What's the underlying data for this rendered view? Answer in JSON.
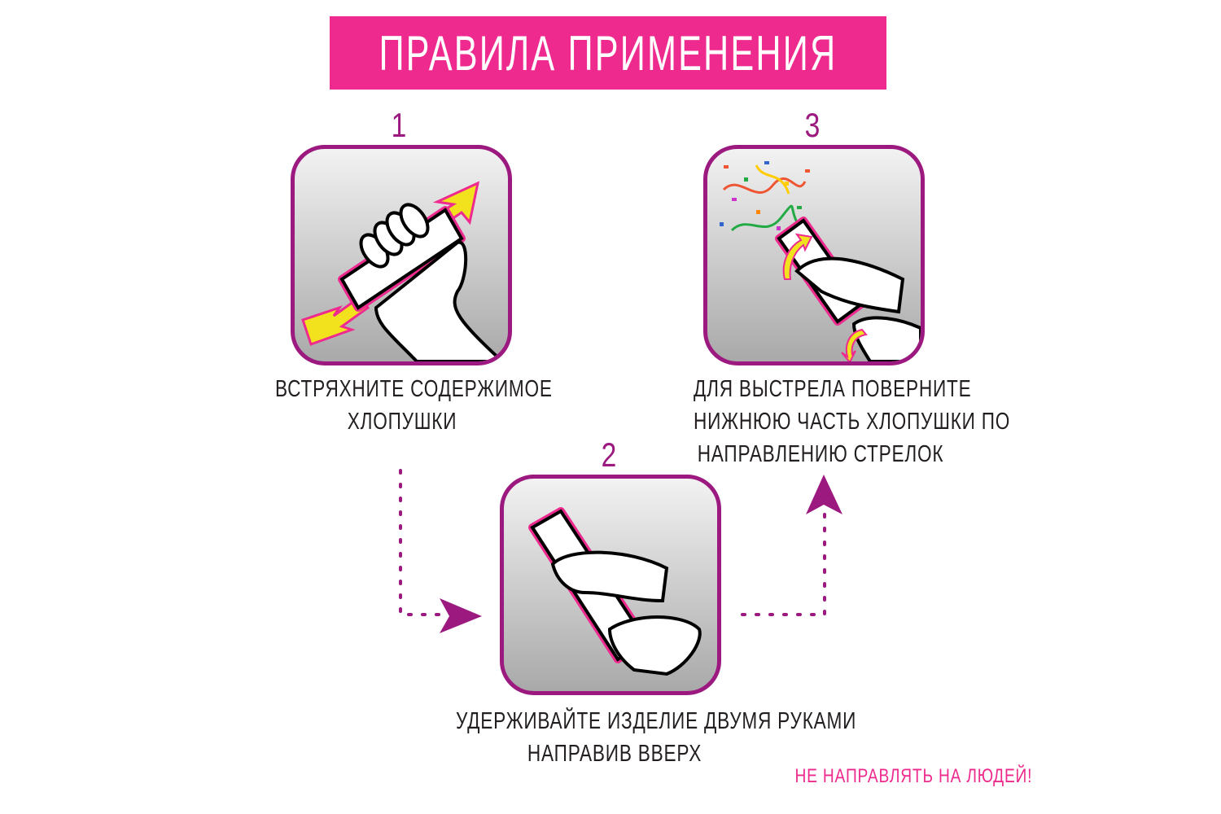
{
  "title": "ПРАВИЛА ПРИМЕНЕНИЯ",
  "steps": [
    {
      "number": "1",
      "lines": [
        "ВСТРЯХНИТЕ СОДЕРЖИМОЕ",
        "ХЛОПУШКИ"
      ]
    },
    {
      "number": "2",
      "lines": [
        "УДЕРЖИВАЙТЕ ИЗДЕЛИЕ ДВУМЯ РУКАМИ",
        "НАПРАВИВ ВВЕРХ"
      ]
    },
    {
      "number": "3",
      "lines": [
        "ДЛЯ ВЫСТРЕЛА ПОВЕРНИТЕ",
        "НИЖНЮЮ ЧАСТЬ ХЛОПУШКИ ПО",
        "НАПРАВЛЕНИЮ СТРЕЛОК"
      ]
    }
  ],
  "warning": "НЕ НАПРАВЛЯТЬ НА ЛЮДЕЙ!",
  "colors": {
    "accent": "#ee2a8e",
    "frame": "#9c1a80",
    "arrow": "#f2e21e"
  }
}
